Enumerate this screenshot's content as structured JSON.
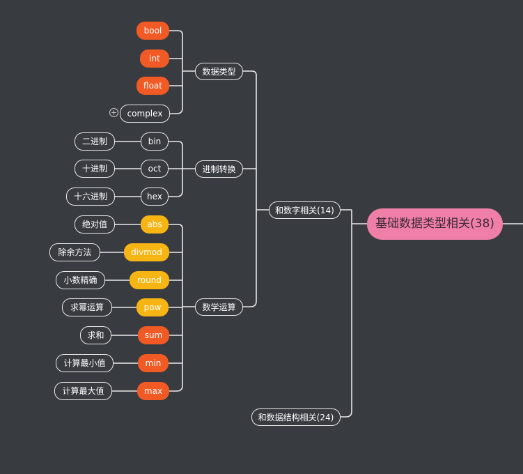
{
  "root": "基础数据类型相关(38)",
  "branches": {
    "numbers": "和数字相关(14)",
    "structures": "和数据结构相关(24)"
  },
  "groups": {
    "data_types": "数据类型",
    "base_conversion": "进制转换",
    "math_ops": "数学运算"
  },
  "data_types": [
    "bool",
    "int",
    "float",
    "complex"
  ],
  "base_conversion": {
    "funcs": [
      "bin",
      "oct",
      "hex"
    ],
    "notes": [
      "二进制",
      "十进制",
      "十六进制"
    ]
  },
  "math_ops": {
    "funcs": [
      "abs",
      "divmod",
      "round",
      "pow",
      "sum",
      "min",
      "max"
    ],
    "notes": [
      "绝对值",
      "除余方法",
      "小数精确",
      "求幂运算",
      "求和",
      "计算最小值",
      "计算最大值"
    ]
  },
  "colors": {
    "background": "#383b40",
    "root": "#f07fa8",
    "orange": "#f15a24",
    "yellow": "#f7b514",
    "line": "#e9e9e9"
  },
  "icons": {
    "collapse": "circle-plus-icon"
  }
}
